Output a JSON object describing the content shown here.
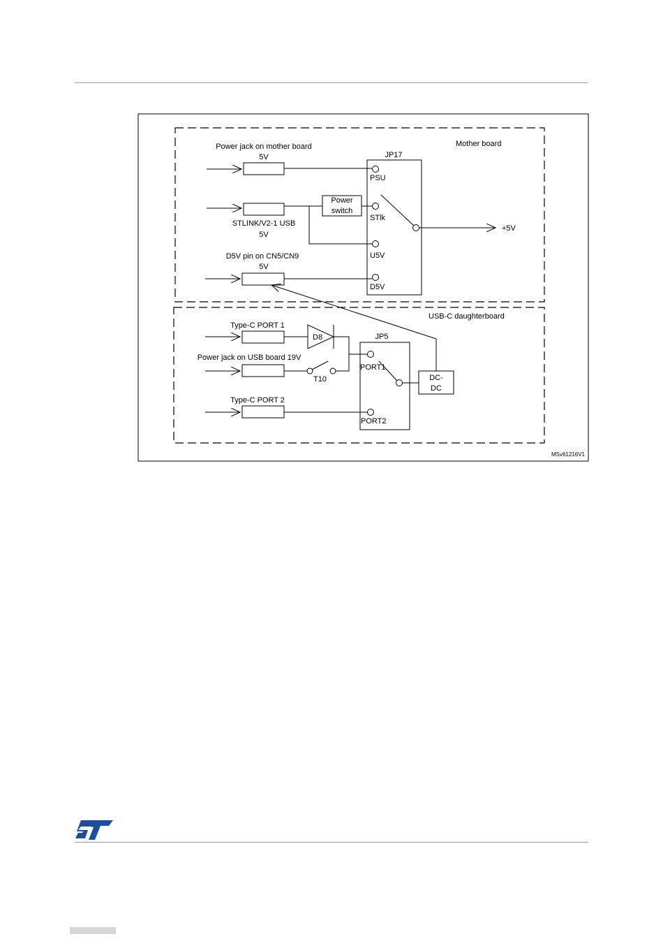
{
  "diagram": {
    "mother_board": {
      "title": "Mother board",
      "jumper": "JP17",
      "pins": [
        "PSU",
        "STlk",
        "U5V",
        "D5V"
      ],
      "output": "+5V",
      "inputs": {
        "power_jack_label": "Power jack on mother board",
        "power_jack_voltage": "5V",
        "stlink_label": "STLINK/V2-1 USB",
        "stlink_voltage": "5V",
        "d5v_label": "D5V pin on CN5/CN9",
        "d5v_voltage": "5V"
      },
      "power_switch_line1": "Power",
      "power_switch_line2": "switch"
    },
    "daughterboard": {
      "title": "USB-C daughterboard",
      "jumper": "JP5",
      "pins": [
        "PORT1",
        "PORT2"
      ],
      "port1_label": "Type-C PORT 1",
      "power_jack_label": "Power jack on USB board 19V",
      "port2_label": "Type-C PORT 2",
      "diode": "D8",
      "transistor": "T10",
      "dcdc_line1": "DC-",
      "dcdc_line2": "DC"
    },
    "figure_id": "MSv61216V1"
  },
  "logo_text": "ST",
  "colors": {
    "line": "#000000",
    "rule": "#9a9a9a",
    "logo": "#1a4f9c"
  }
}
